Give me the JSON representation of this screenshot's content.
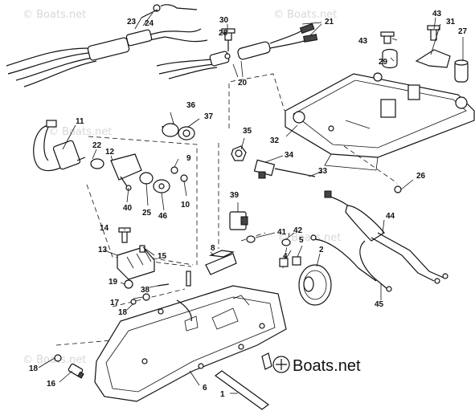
{
  "watermarks": [
    "© Boats.net",
    "© Boats.net",
    "© Boats.net",
    "© Boats.net",
    "© Boats.net"
  ],
  "brand": "Boats.net",
  "callouts": [
    "1",
    "2",
    "4",
    "5",
    "6",
    "8",
    "9",
    "10",
    "11",
    "12",
    "13",
    "14",
    "15",
    "16",
    "17",
    "18",
    "18",
    "19",
    "20",
    "21",
    "22",
    "23",
    "24",
    "25",
    "26",
    "27",
    "28",
    "29",
    "30",
    "31",
    "32",
    "33",
    "34",
    "35",
    "36",
    "37",
    "38",
    "39",
    "40",
    "41",
    "42",
    "43",
    "43",
    "44",
    "45",
    "46"
  ]
}
